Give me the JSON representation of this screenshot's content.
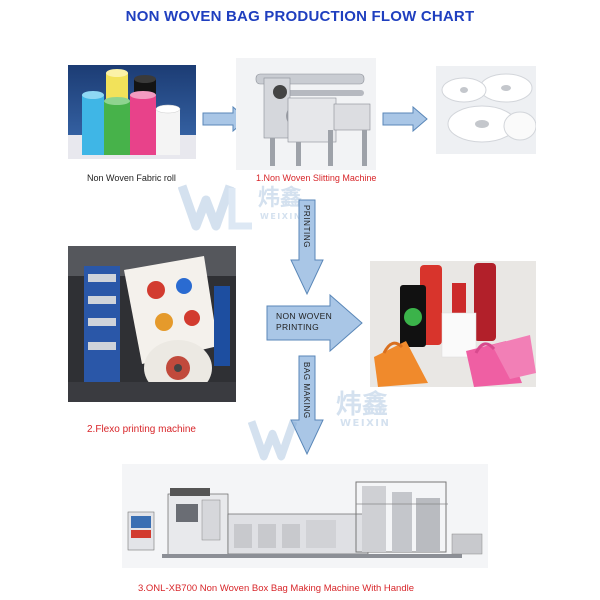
{
  "title": "NON WOVEN BAG PRODUCTION FLOW CHART",
  "steps": {
    "fabric_roll": {
      "caption": "Non Woven Fabric roll"
    },
    "slitting": {
      "caption": "1.Non Woven Slitting Machine"
    },
    "flexo": {
      "caption": "2.Flexo printing machine"
    },
    "bag_machine": {
      "caption": "3.ONL-XB700 Non Woven Box Bag Making Machine With Handle"
    }
  },
  "arrows": {
    "printing_vertical": "PRINTING",
    "printing_horizontal_line1": "NON WOVEN",
    "printing_horizontal_line2": "PRINTING",
    "bag_making": "BAG MAKING"
  },
  "watermark": {
    "chinese": "炜鑫",
    "english": "WEIXIN"
  },
  "colors": {
    "title": "#1f3fbf",
    "arrow_fill": "#a9c6e6",
    "arrow_stroke": "#5a87b8",
    "caption_red": "#d8262a"
  }
}
